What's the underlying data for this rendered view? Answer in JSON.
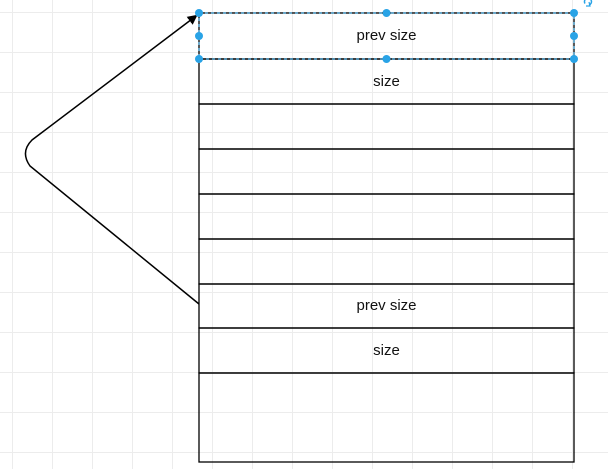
{
  "diagram": {
    "cells": [
      {
        "label": "prev size",
        "selected": true
      },
      {
        "label": "size"
      },
      {
        "label": ""
      },
      {
        "label": ""
      },
      {
        "label": ""
      },
      {
        "label": ""
      },
      {
        "label": "prev size"
      },
      {
        "label": "size"
      },
      {
        "label": ""
      }
    ],
    "connector": {
      "from_cell": 6,
      "to_cell": 0
    }
  },
  "colors": {
    "stroke": "#000000",
    "handle": "#29a3e6",
    "selection": "#29a3e6",
    "rotate_handle": "#29a3e6"
  }
}
